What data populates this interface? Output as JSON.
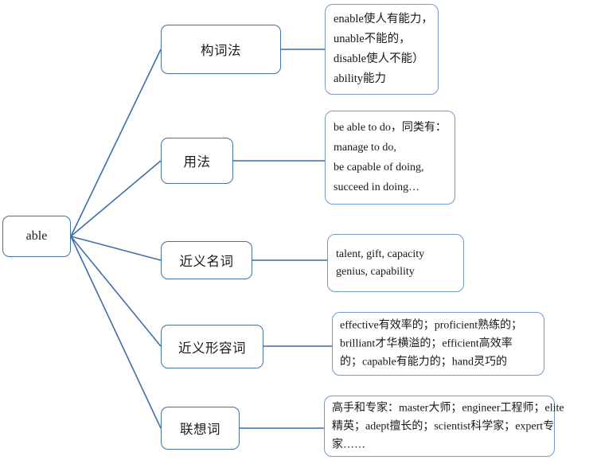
{
  "diagram": {
    "type": "mind-map",
    "title_word": "able",
    "colors": {
      "node_border": "#41719C",
      "detail_border": "#6F9BD1",
      "connector": "#3F6FA8",
      "background": "#FFFFFF",
      "text": "#171717"
    }
  },
  "root": {
    "label": "able"
  },
  "branches": [
    {
      "key": "word-formation",
      "label": "构词法",
      "detail": "enable使人有能力，\nunable不能的，\ndisable使人不能）\nability能力"
    },
    {
      "key": "usage",
      "label": "用法",
      "detail": "be able to do，同类有：\nmanage to do,\nbe capable of doing,\nsucceed in doing…"
    },
    {
      "key": "synonym-nouns",
      "label": "近义名词",
      "detail": "talent, gift, capacity\ngenius, capability"
    },
    {
      "key": "synonym-adjectives",
      "label": "近义形容词",
      "detail": "effective有效率的；proficient熟练的；\nbrilliant才华横溢的；efficient高效率\n的；capable有能力的；hand灵巧的"
    },
    {
      "key": "associated-words",
      "label": "联想词",
      "detail": "高手和专家：master大师；engineer工程师；elite\n精英；adept擅长的；scientist科学家；expert专\n家……"
    }
  ]
}
